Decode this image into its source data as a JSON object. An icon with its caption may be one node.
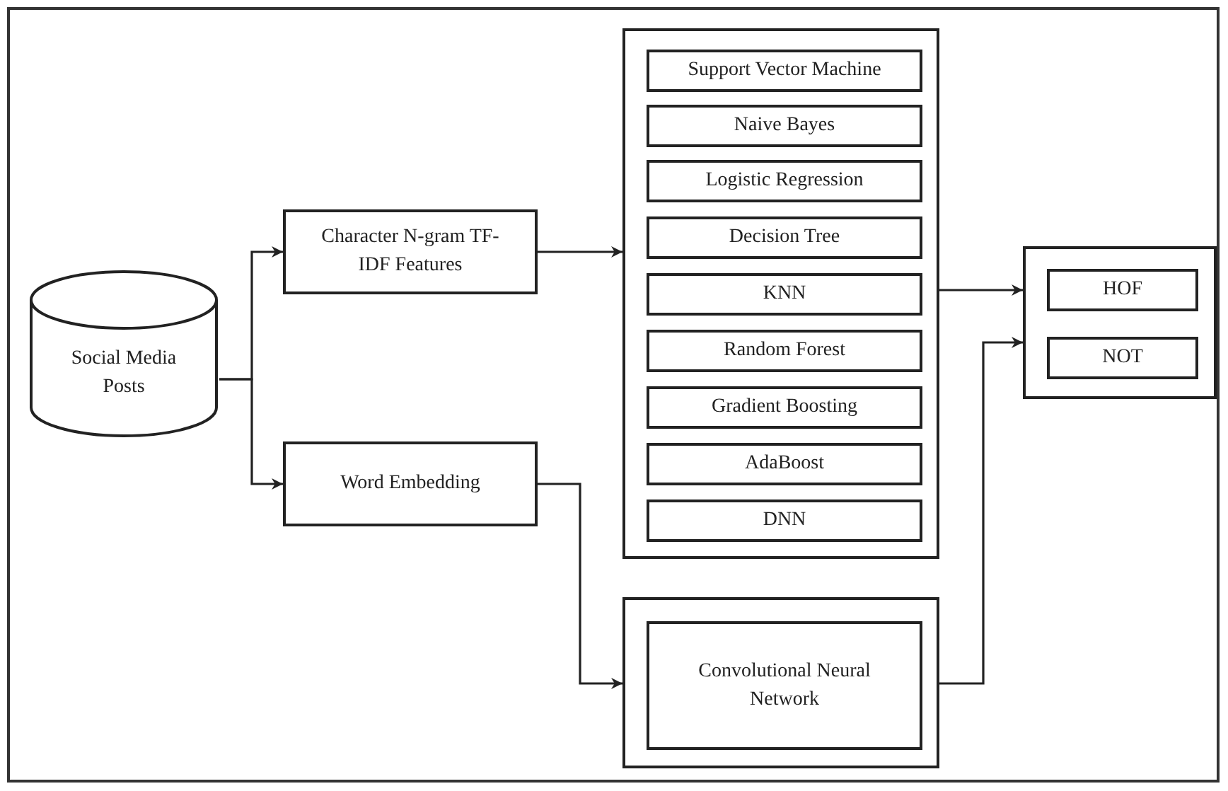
{
  "diagram": {
    "nodes": [
      {
        "text": [
          "Social Media Posts"
        ]
      },
      {
        "text": [
          "Character N-gram TF-IDF Features"
        ]
      },
      {
        "text": [
          "Word Embedding"
        ]
      },
      {
        "text": [],
        "shape": "box"
      },
      {
        "text": [
          "Support Vector Machine"
        ],
        "in": 3
      },
      {
        "text": [
          "Naive Bayes"
        ],
        "in": 3
      },
      {
        "text": [
          "Logistic Regression"
        ],
        "in": 3
      },
      {
        "text": [
          "Decision Tree"
        ],
        "in": 3
      },
      {
        "text": [
          "KNN"
        ],
        "in": 3
      },
      {
        "text": [
          "Random Forest"
        ],
        "in": 3
      },
      {
        "text": [
          "Gradient Boosting"
        ],
        "in": 3
      },
      {
        "text": [
          "AdaBoost"
        ],
        "in": 3
      },
      {
        "text": [
          "DNN"
        ],
        "in": 3
      },
      {
        "text": [],
        "shape": "box"
      },
      {
        "text": [
          "Convolutional Neural Network"
        ],
        "in": 13
      },
      {
        "text": [],
        "shape": "box"
      },
      {
        "text": [
          "HOF"
        ],
        "in": 15
      },
      {
        "text": [
          "NOT"
        ],
        "in": 15
      }
    ],
    "edges": [
      {
        "from": 0,
        "to": 1,
        "arrow": "to"
      },
      {
        "from": 0,
        "to": 2,
        "arrow": "to"
      },
      {
        "from": 1,
        "to": 3,
        "arrow": "to"
      },
      {
        "from": 2,
        "to": 13,
        "arrow": "to"
      },
      {
        "from": 3,
        "to": 15,
        "arrow": "to"
      },
      {
        "from": 13,
        "to": 15,
        "arrow": "to"
      }
    ]
  }
}
